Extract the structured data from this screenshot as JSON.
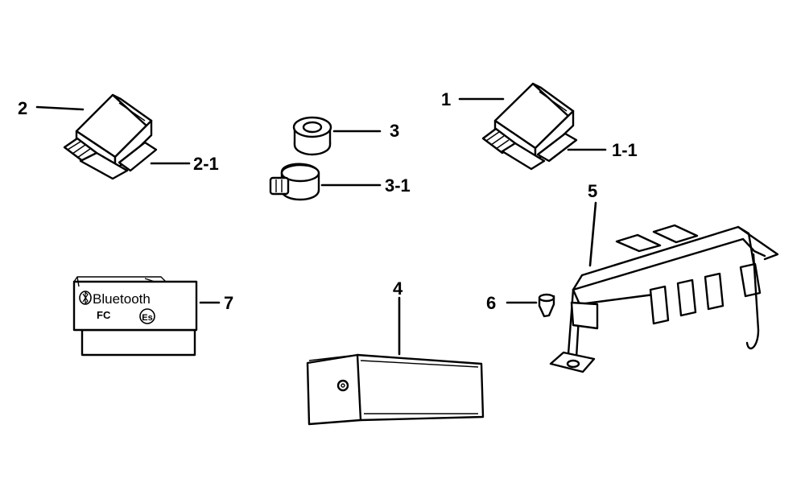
{
  "callouts": {
    "p1": "1",
    "p1_1": "1-1",
    "p2": "2",
    "p2_1": "2-1",
    "p3": "3",
    "p3_1": "3-1",
    "p4": "4",
    "p5": "5",
    "p6": "6",
    "p7": "7"
  },
  "module_labels": {
    "bluetooth": "Bluetooth",
    "fcc": "FC",
    "ce": "Es"
  },
  "icons": {
    "bluetooth": "bluetooth-icon"
  }
}
